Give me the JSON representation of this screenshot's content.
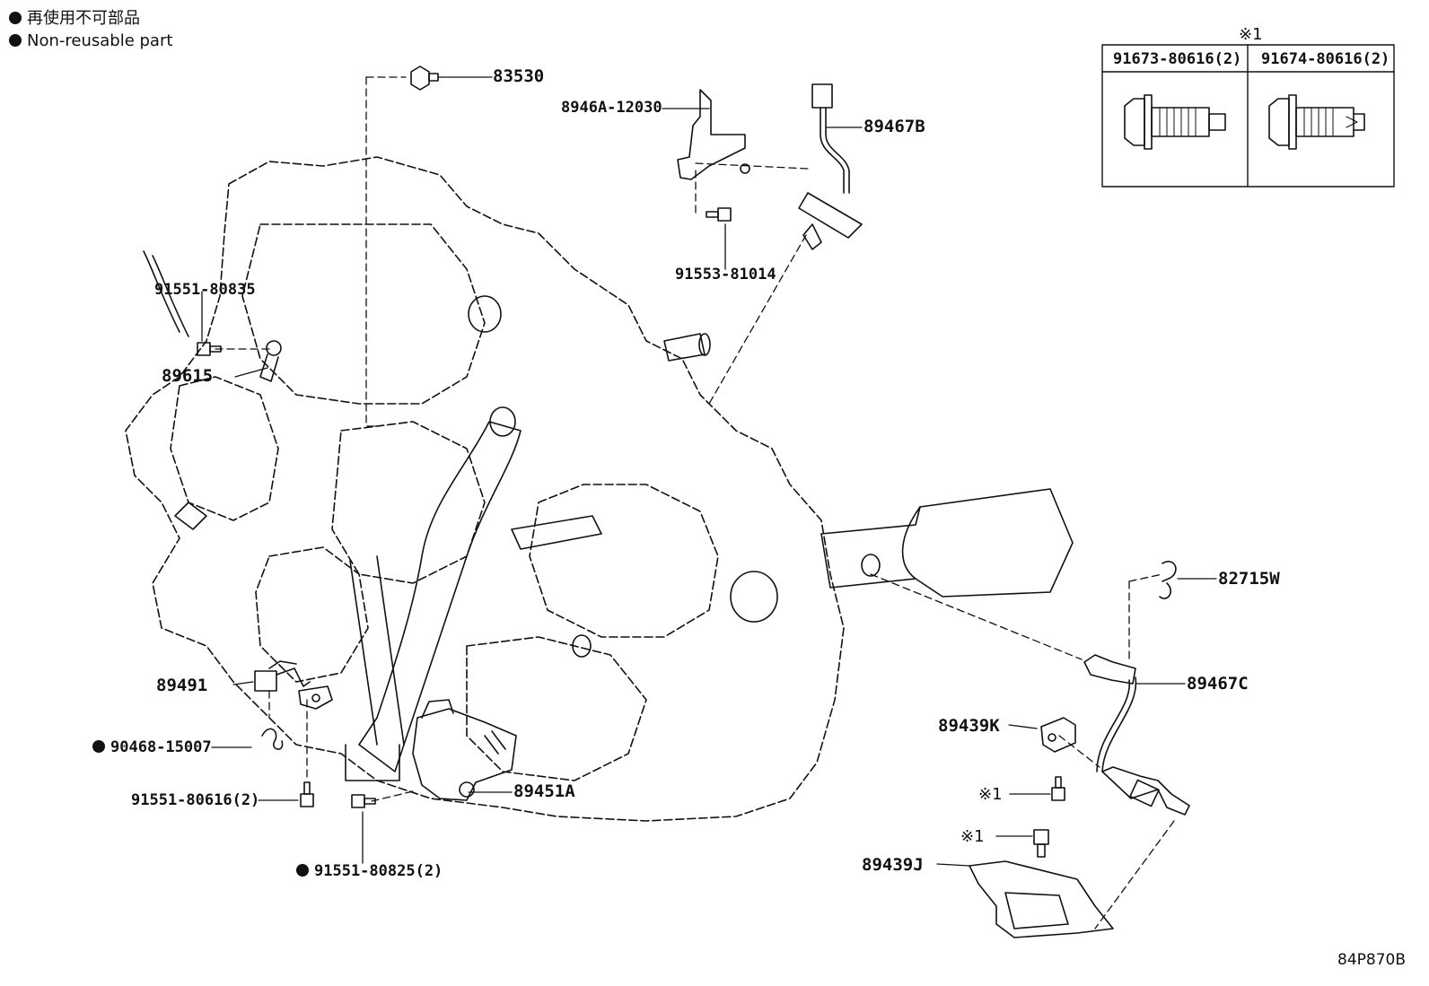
{
  "legend": {
    "line_jp": "再使用不可部品",
    "line_en": "Non-reusable part"
  },
  "table": {
    "note": "※1",
    "col1": "91673-80616(2)",
    "col2": "91674-80616(2)"
  },
  "labels": {
    "p83530": "83530",
    "p8946A": "8946A-12030",
    "p89467B": "89467B",
    "p91553": "91553-81014",
    "p91551_80835": "91551-80835",
    "p89615": "89615",
    "p89491": "89491",
    "p90468": "90468-15007",
    "p91551_80616": "91551-80616(2)",
    "p91551_80825": "91551-80825(2)",
    "p89451A": "89451A",
    "p82715W": "82715W",
    "p89467C": "89467C",
    "p89439K": "89439K",
    "p89439J": "89439J",
    "note1a": "※1",
    "note1b": "※1"
  },
  "diagram_code": "84P870B"
}
